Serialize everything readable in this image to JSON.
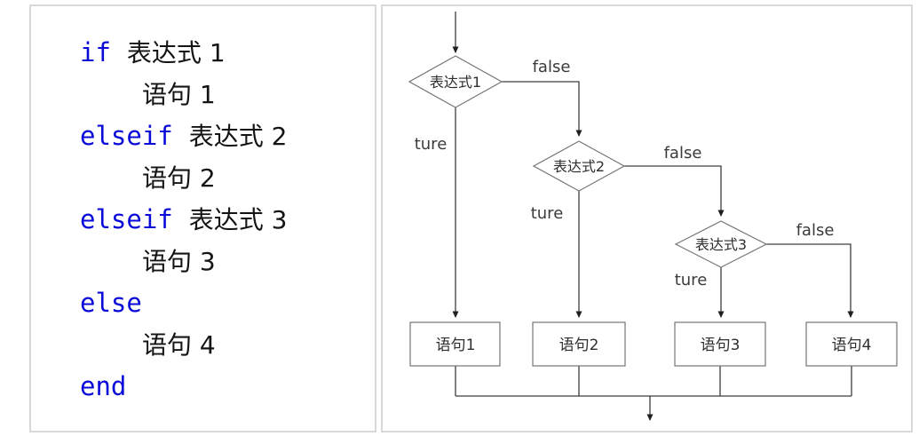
{
  "page": {
    "background": "#ffffff",
    "panel_border_color": "#d9d9d9"
  },
  "code_panel": {
    "keyword_color": "#0a0ad8",
    "lines": [
      {
        "keyword": "if",
        "text": "表达式 1"
      },
      {
        "keyword": "",
        "text": "语句 1"
      },
      {
        "keyword": "elseif",
        "text": "表达式 2"
      },
      {
        "keyword": "",
        "text": "语句 2"
      },
      {
        "keyword": "elseif",
        "text": "表达式 3"
      },
      {
        "keyword": "",
        "text": "语句 3"
      },
      {
        "keyword": "else",
        "text": ""
      },
      {
        "keyword": "",
        "text": "语句 4"
      },
      {
        "keyword": "end",
        "text": ""
      }
    ]
  },
  "flowchart": {
    "line_color": "#3d3d3d",
    "shape_stroke_color": "#757575",
    "decisions": [
      {
        "label": "表达式1"
      },
      {
        "label": "表达式2"
      },
      {
        "label": "表达式3"
      }
    ],
    "statements": [
      {
        "label": "语句1"
      },
      {
        "label": "语句2"
      },
      {
        "label": "语句3"
      },
      {
        "label": "语句4"
      }
    ],
    "branch_true_label": "ture",
    "branch_false_label": "false"
  }
}
